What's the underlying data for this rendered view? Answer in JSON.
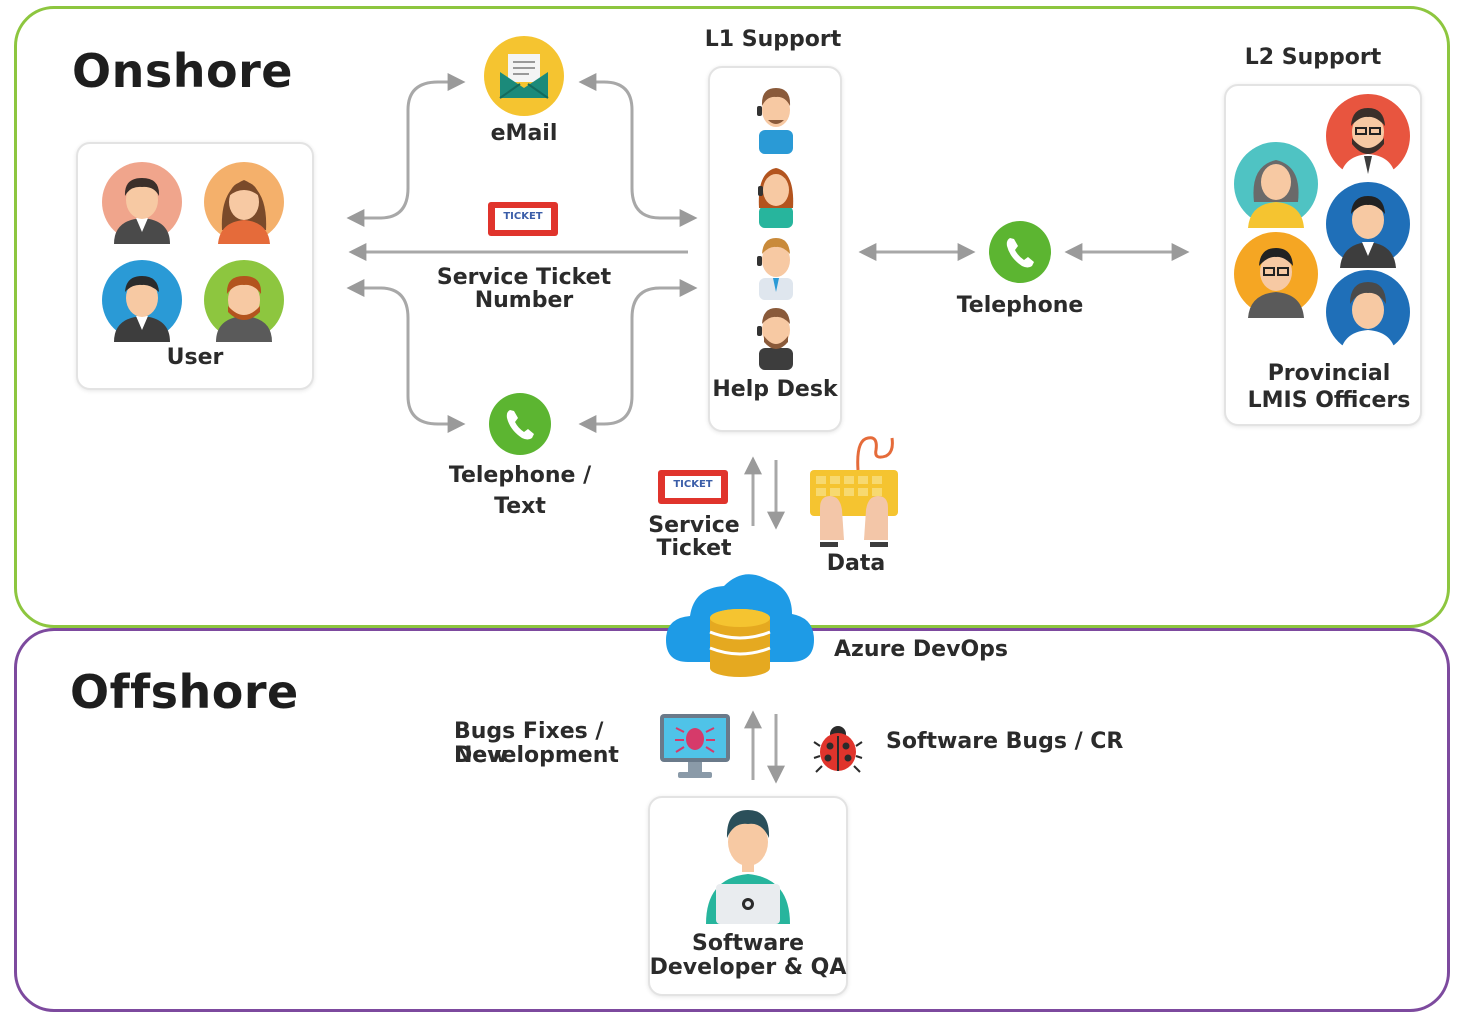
{
  "zones": {
    "onshore_title": "Onshore",
    "offshore_title": "Offshore"
  },
  "user_group": {
    "label": "User"
  },
  "email": {
    "label": "eMail"
  },
  "service_ticket_number": {
    "label_line1": "Service Ticket",
    "label_line2": "Number",
    "ticket_text": "TICKET"
  },
  "telephone_text": {
    "label_line1": "Telephone /",
    "label_line2": "Text"
  },
  "l1": {
    "heading": "L1 Support",
    "label": "Help Desk"
  },
  "telephone": {
    "label": "Telephone"
  },
  "l2": {
    "heading": "L2 Support",
    "label_line1": "Provincial",
    "label_line2": "LMIS Officers"
  },
  "service_ticket": {
    "label_line1": "Service",
    "label_line2": "Ticket",
    "ticket_text": "TICKET"
  },
  "data": {
    "label": "Data"
  },
  "azure": {
    "label": "Azure DevOps"
  },
  "bug_fixes": {
    "label_line1": "Bugs Fixes / New",
    "label_line2": "Development"
  },
  "software_bugs": {
    "label": "Software Bugs / CR"
  },
  "developer": {
    "label_line1": "Software",
    "label_line2": "Developer & QA"
  },
  "colors": {
    "onshore_border": "#8dc63f",
    "offshore_border": "#7d4a9e",
    "arrow": "#9a9a9a",
    "phone_green": "#5cb531",
    "email_yellow": "#f5c430",
    "cloud_blue": "#1e9be6",
    "ticket_red": "#e0342c"
  },
  "icons": [
    "user-avatar-icon",
    "email-envelope-icon",
    "ticket-icon",
    "phone-icon",
    "headset-agent-icon",
    "keyboard-icon",
    "cloud-database-icon",
    "bug-monitor-icon",
    "ladybug-icon",
    "developer-laptop-icon"
  ]
}
